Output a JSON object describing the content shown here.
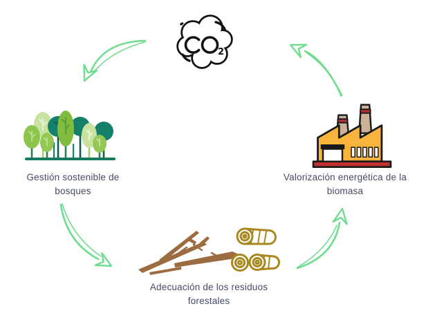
{
  "cycle": {
    "co2_node": {
      "icon": "co2-cloud-icon",
      "formula_main": "CO",
      "formula_subscript": "2"
    },
    "forest_node": {
      "icon": "forest-icon",
      "label_line1": "Gestión sostenible de",
      "label_line2": "bosques"
    },
    "residues_node": {
      "icon": "branches-and-logs-icon",
      "label_line1": "Adecuación de los residuos",
      "label_line2": "forestales"
    },
    "energy_node": {
      "icon": "biomass-factory-icon",
      "label_line1": "Valorización energética de la",
      "label_line2": "biomasa"
    },
    "arrows": {
      "color": "#6edd8e",
      "items": [
        "co2-to-forest",
        "forest-to-residues",
        "residues-to-energy",
        "energy-to-co2"
      ]
    },
    "colors": {
      "background": "#ffffff",
      "label_text": "#464a63",
      "outline": "#1a1a1a",
      "tree_light_green": "#c8e3a0",
      "tree_mid_green": "#8cc44c",
      "tree_dark_teal": "#15806a",
      "factory_yellow": "#f8b43c",
      "factory_red": "#c23030",
      "chimney_tan": "#cdb29a",
      "branch_brown": "#9d6b40",
      "log_gold": "#a8871f"
    }
  }
}
